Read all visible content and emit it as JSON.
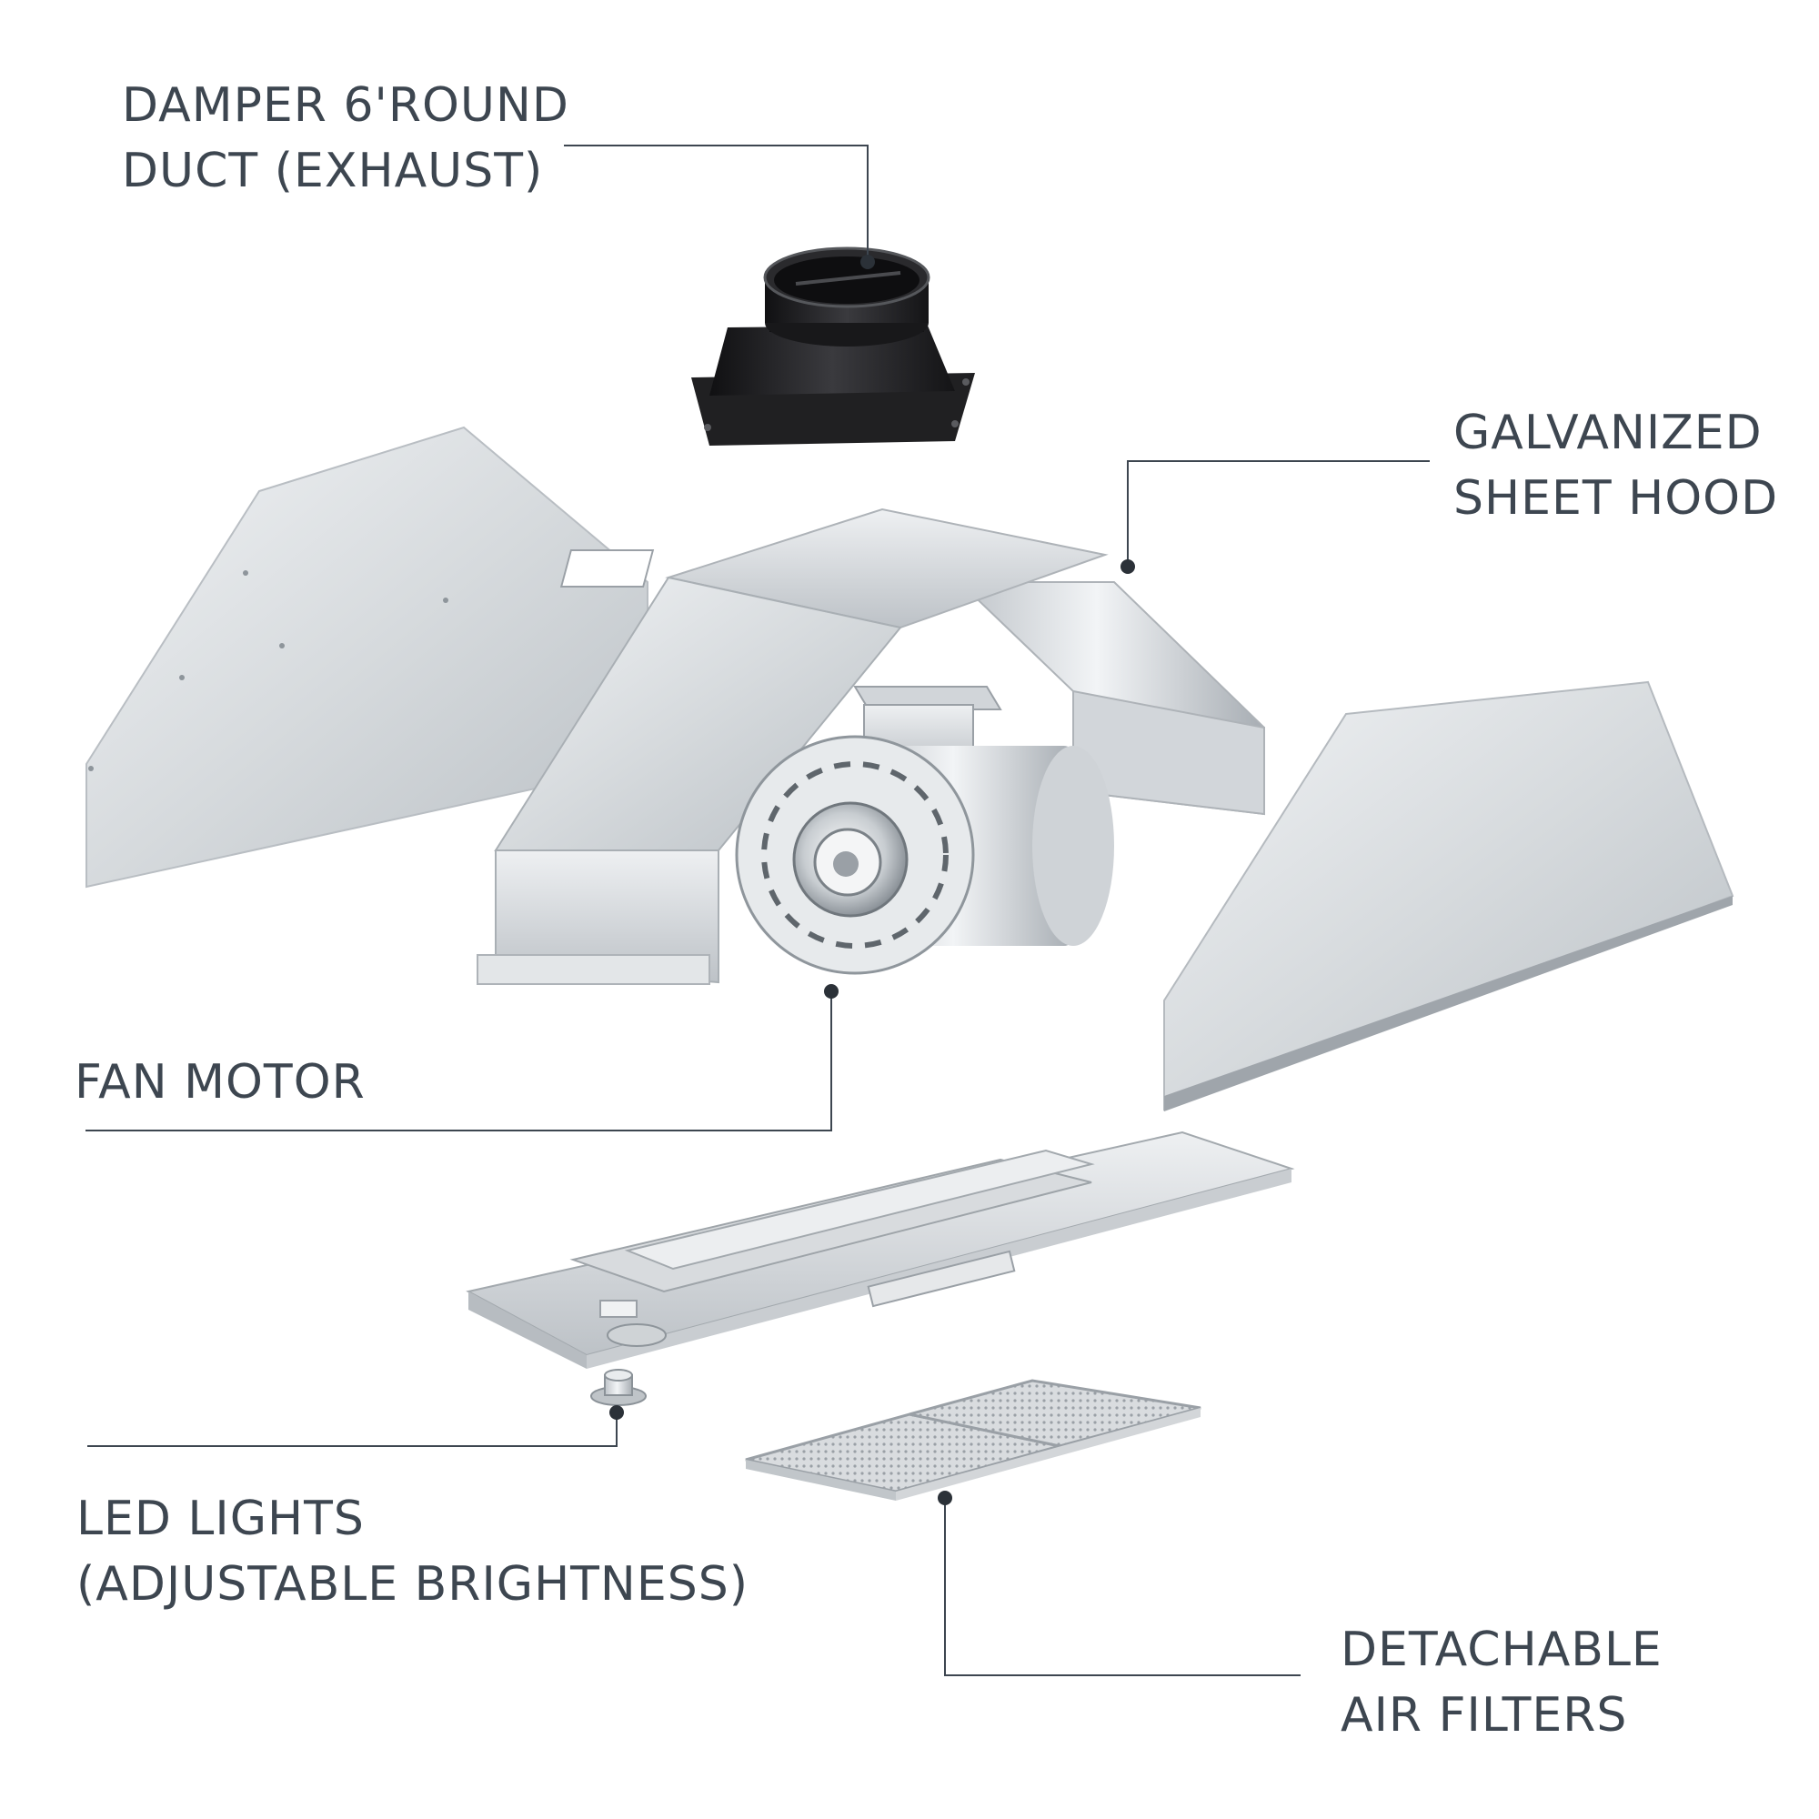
{
  "callouts": {
    "damper": {
      "line1": "DAMPER 6'ROUND",
      "line2": "DUCT (EXHAUST)"
    },
    "hood": {
      "line1": "GALVANIZED",
      "line2": "SHEET HOOD"
    },
    "fan": {
      "line1": "FAN MOTOR"
    },
    "led": {
      "line1": "LED LIGHTS",
      "line2": "(ADJUSTABLE BRIGHTNESS)"
    },
    "filters": {
      "line1": "DETACHABLE",
      "line2": "AIR FILTERS"
    }
  },
  "colors": {
    "label_text": "#3d4650",
    "leader_line": "#3d4650",
    "steel_light": "#e4e7ea",
    "steel_mid": "#c3c8cd",
    "steel_dark": "#9aa1a8",
    "damper_black": "#1c1c1e"
  }
}
